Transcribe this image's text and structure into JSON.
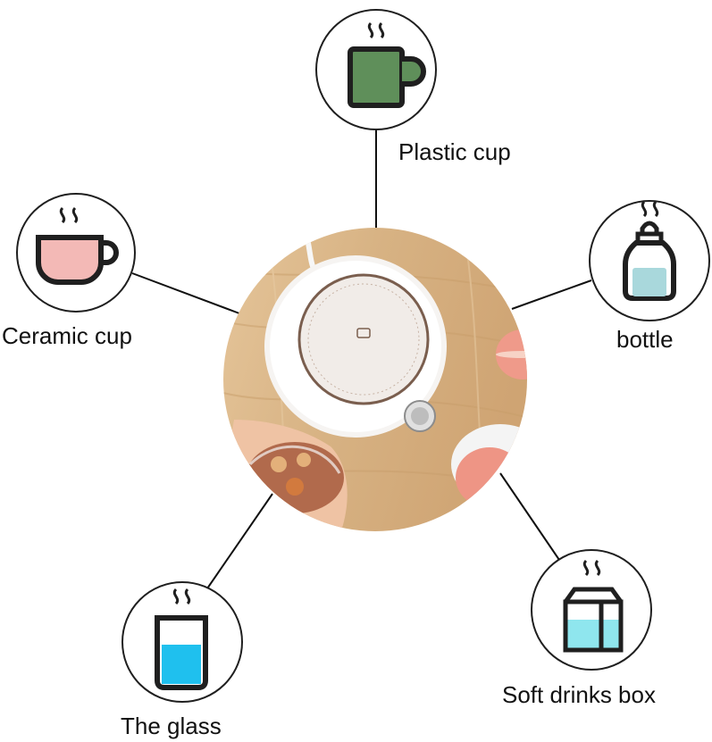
{
  "items": {
    "plastic_cup": {
      "label": "Plastic cup",
      "icon": "mug-icon",
      "fill": "#5f8f5a"
    },
    "ceramic_cup": {
      "label": "Ceramic cup",
      "icon": "cup-icon",
      "fill": "#f3b9b6"
    },
    "bottle": {
      "label": "bottle",
      "icon": "baby-bottle-icon",
      "fill": "#a9d8dc"
    },
    "glass": {
      "label": "The glass",
      "icon": "glass-icon",
      "fill": "#1fc0ee"
    },
    "drinks_box": {
      "label": "Soft drinks box",
      "icon": "carton-icon",
      "fill": "#8fe6ee"
    }
  },
  "colors": {
    "stroke": "#1f1f1f",
    "line": "#111111",
    "wood": "#d9b68a",
    "warmer": "#ffffff"
  },
  "center_image": {
    "subject": "cup-warmer-photo"
  }
}
